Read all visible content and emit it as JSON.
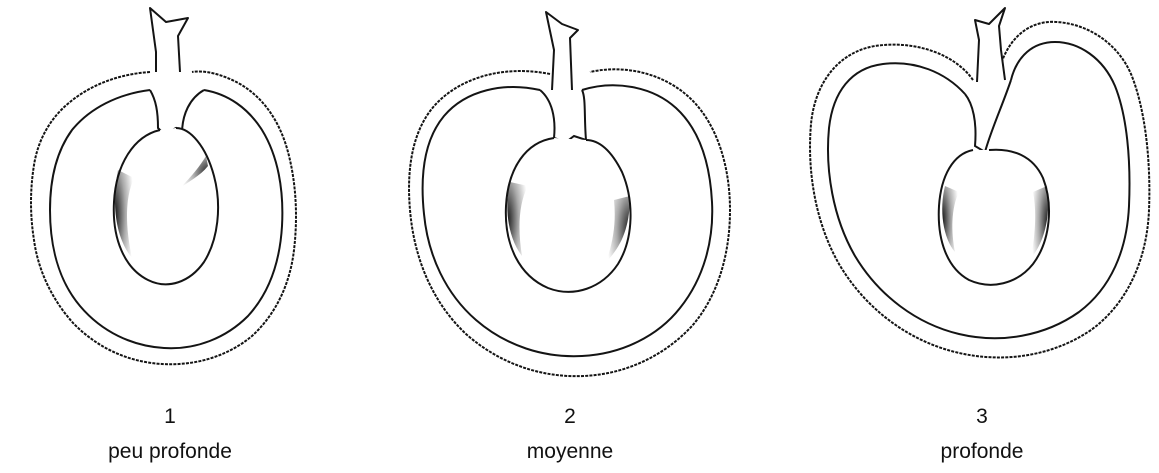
{
  "figures": [
    {
      "number": "1",
      "label": "peu profonde"
    },
    {
      "number": "2",
      "label": "moyenne"
    },
    {
      "number": "3",
      "label": "profonde"
    }
  ],
  "colors": {
    "line": "#141414",
    "shading": "#0c0c0c",
    "paper": "#ffffff"
  }
}
